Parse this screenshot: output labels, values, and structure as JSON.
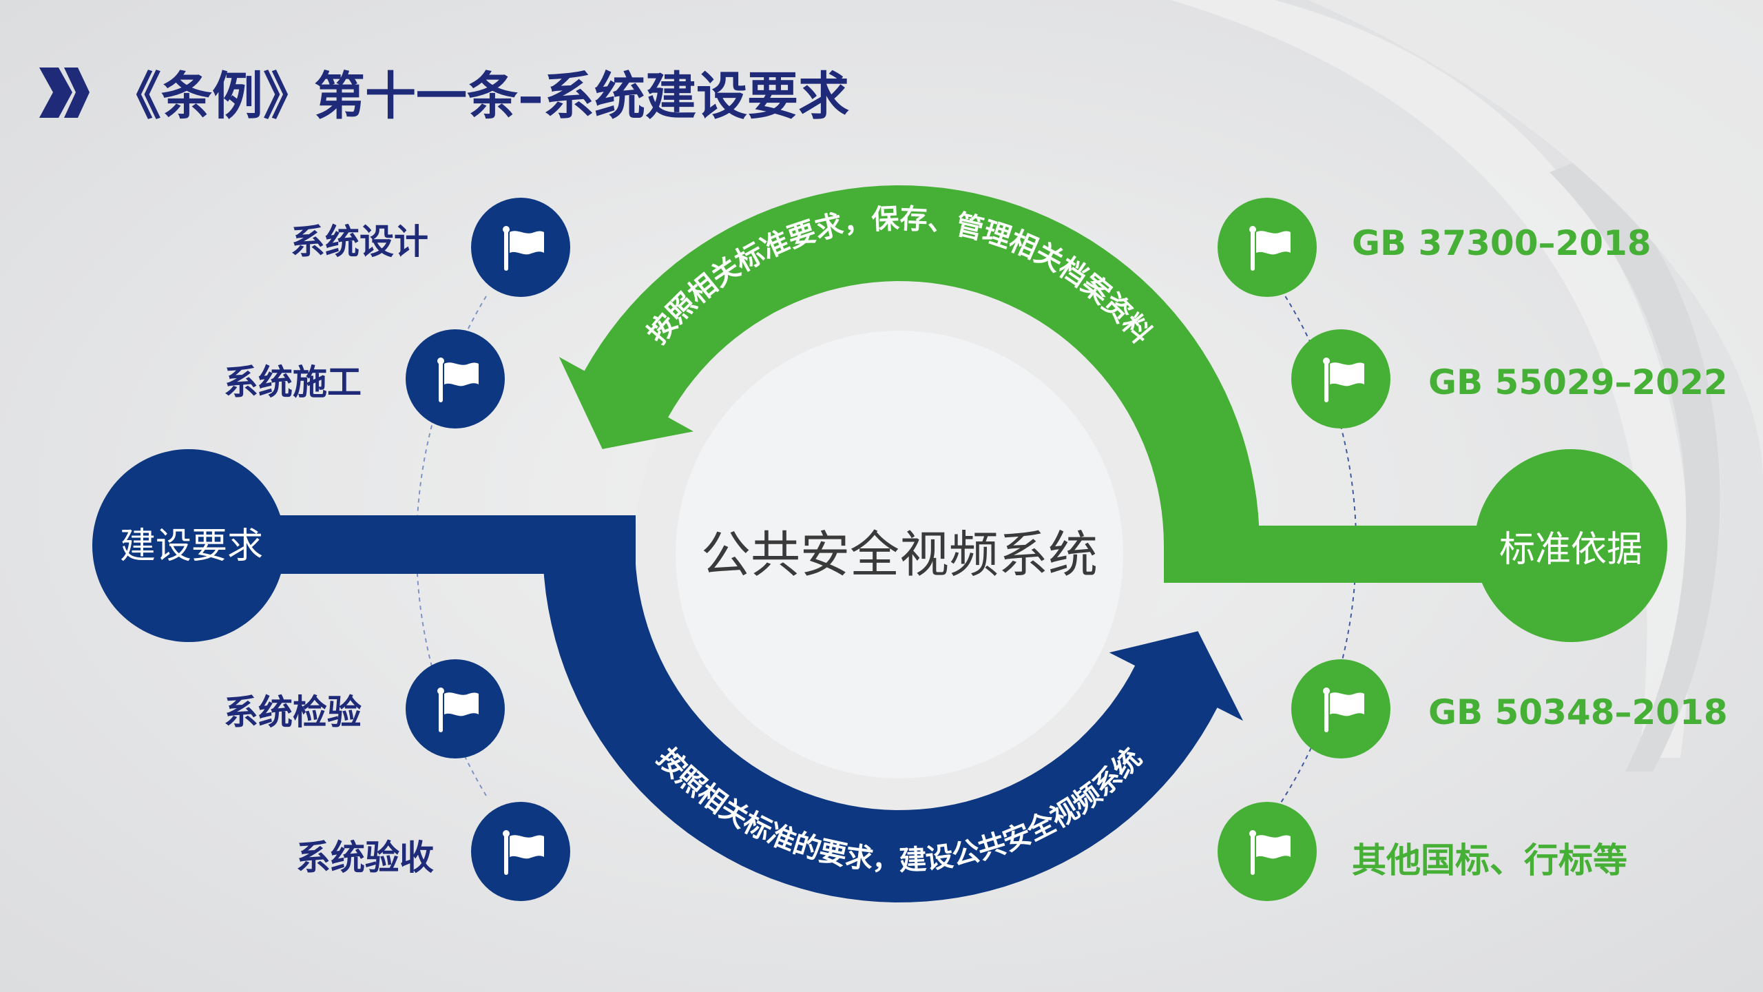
{
  "title": "《条例》第十一条–系统建设要求",
  "center_title": "公共安全视频系统",
  "left": {
    "hub": "建设要求",
    "items": [
      "系统设计",
      "系统施工",
      "系统检验",
      "系统验收"
    ]
  },
  "right": {
    "hub": "标准依据",
    "items": [
      "GB 37300–2018",
      "GB 55029–2022",
      "GB 50348–2018",
      "其他国标、行标等"
    ]
  },
  "arc_text": {
    "green": "按照相关标准要求，保存、管理相关档案资料",
    "blue": "按照相关标准的要求，建设公共安全视频系统"
  },
  "colors": {
    "navy": "#0d3781",
    "green": "#45b035",
    "title": "#1f2a78"
  }
}
